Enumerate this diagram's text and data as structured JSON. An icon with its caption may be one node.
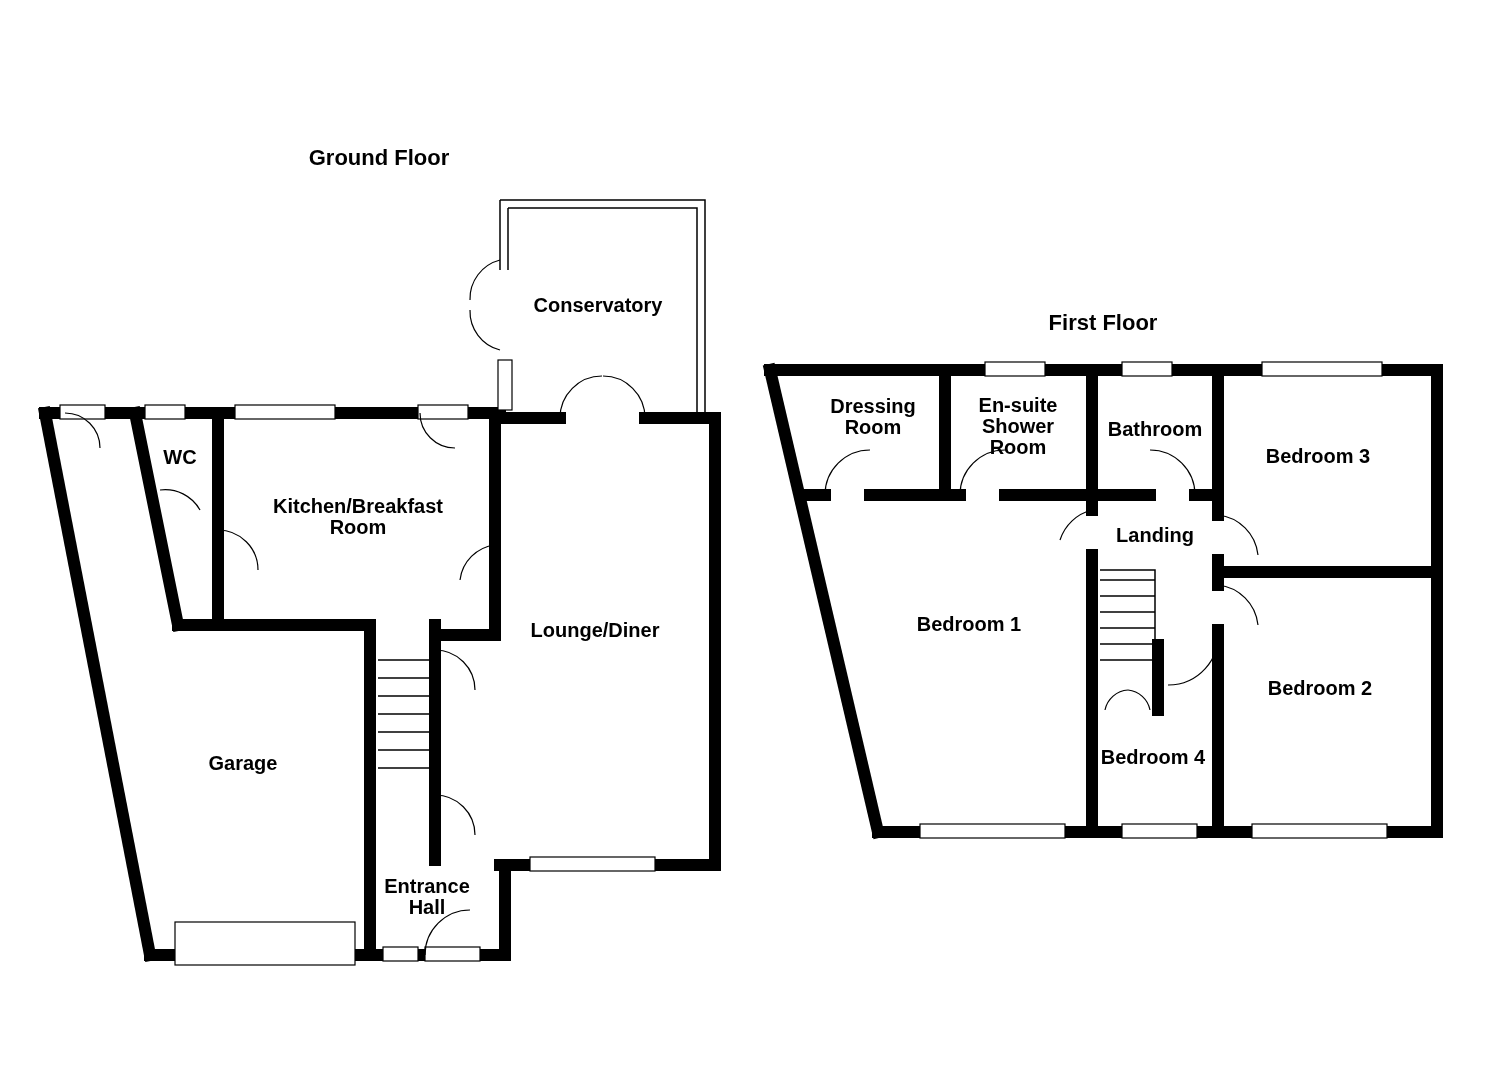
{
  "diagram": {
    "nodes": [
      {
        "text": [
          "Conservatory"
        ]
      },
      {
        "text": [
          "WC"
        ]
      },
      {
        "text": [
          "Kitchen/Breakfast Room"
        ]
      },
      {
        "text": [
          "Lounge/Diner"
        ]
      },
      {
        "text": [
          "Garage"
        ]
      },
      {
        "text": [
          "Entrance Hall"
        ]
      },
      {
        "text": [
          "Dressing Room"
        ]
      },
      {
        "text": [
          "En-suite Shower Room"
        ]
      },
      {
        "text": [
          "Bathroom"
        ]
      },
      {
        "text": [
          "Bedroom 3"
        ]
      },
      {
        "text": [
          "Landing"
        ]
      },
      {
        "text": [
          "Bedroom 1"
        ]
      },
      {
        "text": [
          "Bedroom 2"
        ]
      },
      {
        "text": [
          "Bedroom 4"
        ]
      }
    ],
    "labels": [
      "Ground Floor",
      "First Floor"
    ]
  }
}
